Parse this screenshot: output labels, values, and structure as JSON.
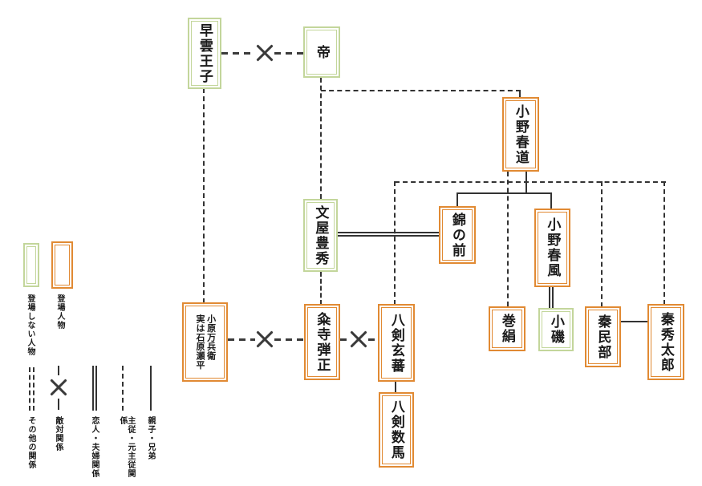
{
  "colors": {
    "appearing_border": "#e18a33",
    "not_appearing_border": "#c3d69b",
    "line": "#333333",
    "background": "#ffffff"
  },
  "characters": [
    {
      "name": "早雲王子",
      "type": "not-appearing"
    },
    {
      "name": "帝",
      "type": "not-appearing"
    },
    {
      "name": "小野春道",
      "type": "appearing"
    },
    {
      "name": "文屋豊秀",
      "type": "not-appearing"
    },
    {
      "name": "錦の前",
      "type": "appearing"
    },
    {
      "name": "小野春風",
      "type": "appearing"
    },
    {
      "name": "小原万兵衛",
      "name2": "実は石原瀬平",
      "type": "appearing"
    },
    {
      "name": "粂寺弾正",
      "type": "appearing"
    },
    {
      "name": "八剣玄蕃",
      "type": "appearing"
    },
    {
      "name": "八剣数馬",
      "type": "appearing"
    },
    {
      "name": "巻絹",
      "type": "appearing"
    },
    {
      "name": "小磯",
      "type": "not-appearing"
    },
    {
      "name": "秦民部",
      "type": "appearing"
    },
    {
      "name": "秦秀太郎",
      "type": "appearing"
    }
  ],
  "legend": {
    "not_appearing_label": "登場しない人物",
    "appearing_label": "登場人物",
    "relations": [
      {
        "label": "その他の関係",
        "style": "double-dashed"
      },
      {
        "label": "敵対関係",
        "style": "dashed-with-x"
      },
      {
        "label": "恋人・夫婦関係",
        "style": "double-solid"
      },
      {
        "label": "主従・元主従関係",
        "style": "dashed"
      },
      {
        "label": "親子・兄弟",
        "style": "solid"
      }
    ]
  },
  "relationships": [
    {
      "from": "早雲王子",
      "to": "帝",
      "type": "敵対関係"
    },
    {
      "from": "早雲王子",
      "to": "小原万兵衛 実は石原瀬平",
      "type": "その他/主従"
    },
    {
      "from": "帝",
      "to": "文屋豊秀",
      "type": "その他/主従"
    },
    {
      "from": "帝",
      "to": "小野春道",
      "type": "その他/主従"
    },
    {
      "from": "文屋豊秀",
      "to": "錦の前",
      "type": "恋人・夫婦関係"
    },
    {
      "from": "文屋豊秀",
      "to": "粂寺弾正",
      "type": "主従関係"
    },
    {
      "from": "小野春道",
      "to": "錦の前",
      "type": "親子"
    },
    {
      "from": "小野春道",
      "to": "小野春風",
      "type": "親子"
    },
    {
      "from": "小野春道",
      "to": "八剣玄蕃",
      "type": "主従関係"
    },
    {
      "from": "小野春道",
      "to": "巻絹",
      "type": "主従関係"
    },
    {
      "from": "小野春道",
      "to": "秦民部",
      "type": "主従関係"
    },
    {
      "from": "小野春道",
      "to": "秦秀太郎",
      "type": "主従関係"
    },
    {
      "from": "小野春風",
      "to": "小磯",
      "type": "恋人・夫婦関係"
    },
    {
      "from": "小原万兵衛 実は石原瀬平",
      "to": "粂寺弾正",
      "type": "敵対関係"
    },
    {
      "from": "粂寺弾正",
      "to": "八剣玄蕃",
      "type": "敵対関係"
    },
    {
      "from": "八剣玄蕃",
      "to": "八剣数馬",
      "type": "親子"
    },
    {
      "from": "秦民部",
      "to": "秦秀太郎",
      "type": "兄弟"
    }
  ]
}
